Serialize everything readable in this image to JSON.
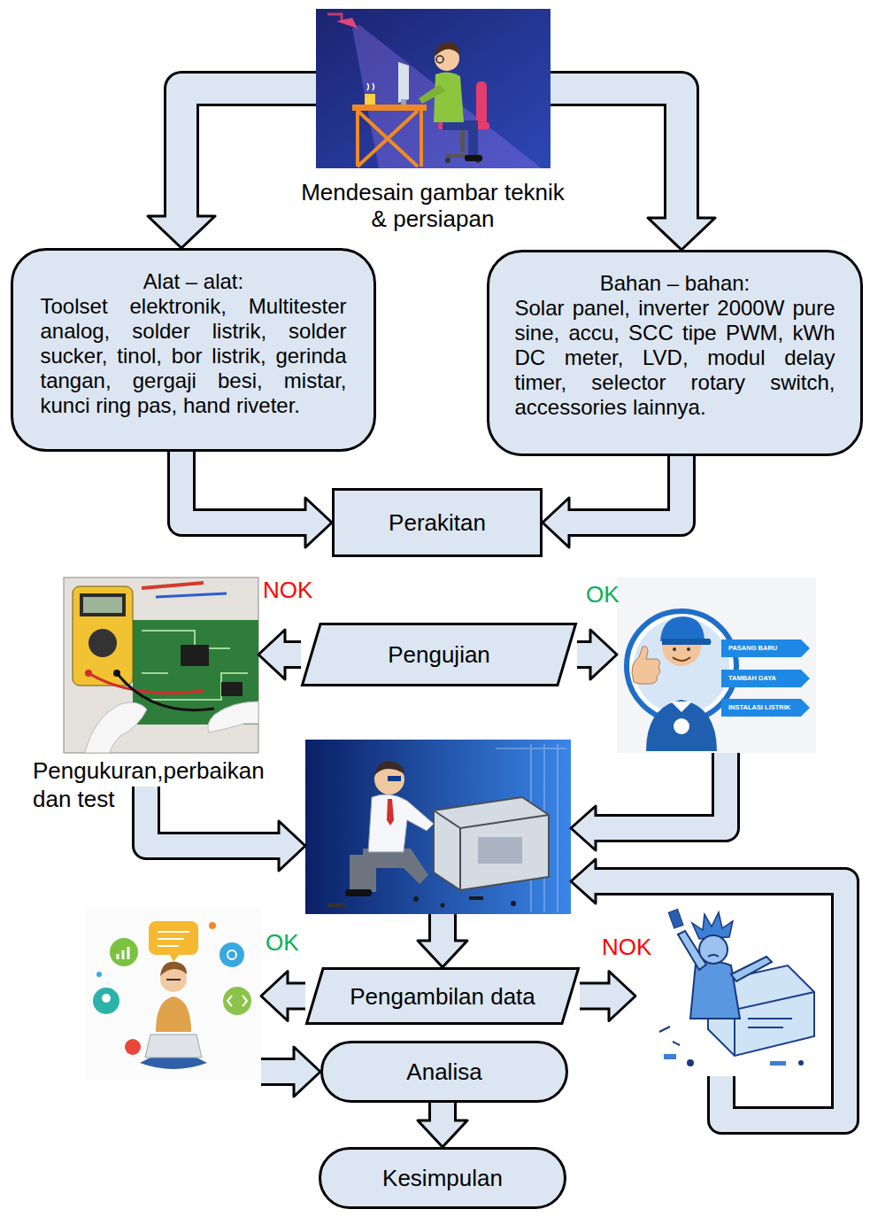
{
  "diagram": {
    "nodes": [
      {
        "text": [
          "Mendesain gambar teknik & persiapan"
        ]
      },
      {
        "text": [
          "Alat – alat:",
          "Toolset elektronik, Multitester analog, solder listrik, solder sucker, tinol, bor listrik, gerinda tangan, gergaji besi, mistar, kunci ring pas, hand riveter."
        ]
      },
      {
        "text": [
          "Bahan – bahan:",
          "Solar panel, inverter 2000W pure sine, accu, SCC tipe PWM, kWh DC meter, LVD, modul delay timer, selector rotary switch, accessories lainnya."
        ]
      },
      {
        "text": [
          "Perakitan"
        ]
      },
      {
        "text": [
          "NOK",
          "Pengukuran,perbaikan dan test"
        ]
      },
      {
        "text": [
          "Pengujian"
        ]
      },
      {
        "text": [
          "OK",
          "PASANG BARU",
          "TAMBAH DAYA",
          "INSTALASI LISTRIK"
        ]
      },
      {
        "text": []
      },
      {
        "text": [
          "OK"
        ]
      },
      {
        "text": [
          "Pengambilan data"
        ]
      },
      {
        "text": [
          "NOK"
        ]
      },
      {
        "text": [
          "Analisa"
        ]
      },
      {
        "text": [
          "Kesimpulan"
        ]
      }
    ],
    "edges": [
      {
        "from": 0,
        "to": 1,
        "arrow": "to"
      },
      {
        "from": 0,
        "to": 2,
        "arrow": "to"
      },
      {
        "from": 1,
        "to": 3,
        "arrow": "to"
      },
      {
        "from": 2,
        "to": 3,
        "arrow": "to"
      },
      {
        "from": 5,
        "to": 4,
        "arrow": "to"
      },
      {
        "from": 5,
        "to": 6,
        "arrow": "to"
      },
      {
        "from": 4,
        "to": 7,
        "arrow": "to"
      },
      {
        "from": 6,
        "to": 7,
        "arrow": "to"
      },
      {
        "from": 7,
        "to": 9,
        "arrow": "to"
      },
      {
        "from": 9,
        "to": 8,
        "arrow": "to"
      },
      {
        "from": 9,
        "to": 10,
        "arrow": "to"
      },
      {
        "from": 10,
        "to": 7,
        "arrow": "to"
      },
      {
        "from": 8,
        "to": 11,
        "arrow": "to"
      },
      {
        "from": 11,
        "to": 12,
        "arrow": "to"
      }
    ]
  }
}
